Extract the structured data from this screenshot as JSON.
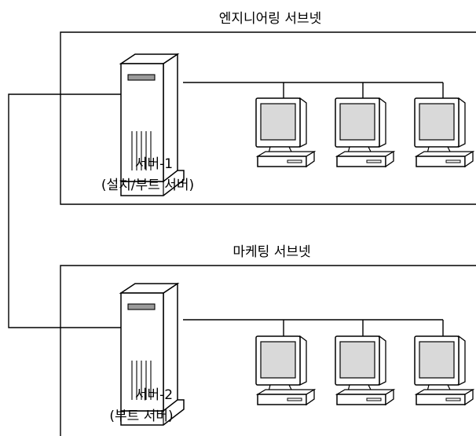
{
  "subnets": [
    {
      "title": "엔지니어링 서브넷",
      "server": {
        "name": "서버-1",
        "role": "(설치/부트 서버)"
      }
    },
    {
      "title": "마케팅 서브넷",
      "server": {
        "name": "서버-2",
        "role": "(부트 서버)"
      }
    }
  ],
  "icons": {
    "server": "server-tower-icon",
    "client": "workstation-icon"
  },
  "colors": {
    "line": "#000000",
    "server_body": "#ffffff",
    "screen": "#d9d9d9",
    "slot": "#9a9a9a"
  }
}
